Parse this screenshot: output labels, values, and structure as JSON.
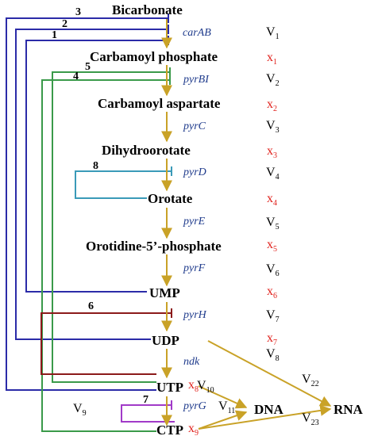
{
  "metabolites": {
    "bicarbonate": "Bicarbonate",
    "carbamoyl_phosphate": "Carbamoyl phosphate",
    "carbamoyl_aspartate": "Carbamoyl aspartate",
    "dihydroorotate": "Dihydroorotate",
    "orotate": "Orotate",
    "orotidine": "Orotidine-5’-phosphate",
    "ump": "UMP",
    "udp": "UDP",
    "utp": "UTP",
    "ctp": "CTP",
    "dna": "DNA",
    "rna": "RNA"
  },
  "genes": {
    "carab": "carAB",
    "pyrbi": "pyrBI",
    "pyrc": "pyrC",
    "pyrd": "pyrD",
    "pyre": "pyrE",
    "pyrf": "pyrF",
    "pyrh": "pyrH",
    "ndk": "ndk",
    "pyrg": "pyrG"
  },
  "fluxes": {
    "v1": {
      "main": "V",
      "sub": "1"
    },
    "v2": {
      "main": "V",
      "sub": "2"
    },
    "v3": {
      "main": "V",
      "sub": "3"
    },
    "v4": {
      "main": "V",
      "sub": "4"
    },
    "v5": {
      "main": "V",
      "sub": "5"
    },
    "v6": {
      "main": "V",
      "sub": "6"
    },
    "v7": {
      "main": "V",
      "sub": "7"
    },
    "v8": {
      "main": "V",
      "sub": "8"
    },
    "v9": {
      "main": "V",
      "sub": "9"
    },
    "v10": {
      "main": "V",
      "sub": "10"
    },
    "v11": {
      "main": "V",
      "sub": "11"
    },
    "v22": {
      "main": "V",
      "sub": "22"
    },
    "v23": {
      "main": "V",
      "sub": "23"
    }
  },
  "concentrations": {
    "x1": {
      "main": "x",
      "sub": "1"
    },
    "x2": {
      "main": "x",
      "sub": "2"
    },
    "x3": {
      "main": "x",
      "sub": "3"
    },
    "x4": {
      "main": "x",
      "sub": "4"
    },
    "x5": {
      "main": "x",
      "sub": "5"
    },
    "x6": {
      "main": "x",
      "sub": "6"
    },
    "x7": {
      "main": "x",
      "sub": "7"
    },
    "x8": {
      "main": "x",
      "sub": "8"
    },
    "x9": {
      "main": "x",
      "sub": "9"
    }
  },
  "feedback_numbers": {
    "n1": "1",
    "n2": "2",
    "n3": "3",
    "n4": "4",
    "n5": "5",
    "n6": "6",
    "n7": "7",
    "n8": "8"
  },
  "colors": {
    "flow_arrow": "#c9a227",
    "feedback_blue": "#2b2ba8",
    "feedback_green": "#3a9a4a",
    "feedback_teal": "#3a9ab8",
    "feedback_maroon": "#8b1a1a",
    "feedback_purple": "#a13ac8",
    "gene_text": "#1f3b8c",
    "concentration_text": "#e0201b"
  }
}
